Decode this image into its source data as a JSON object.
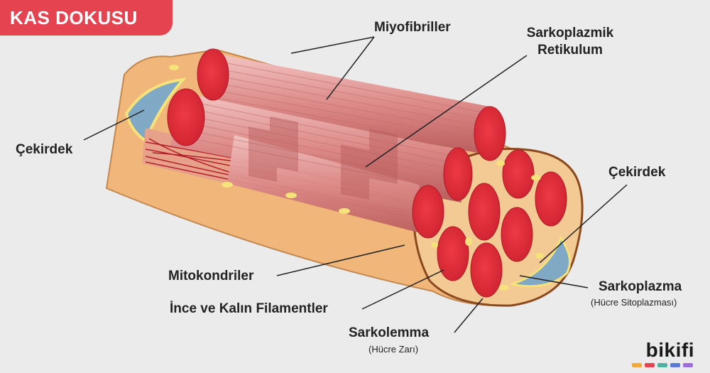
{
  "title": "KAS DOKUSU",
  "labels": {
    "miyofibriller": "Miyofibriller",
    "sarkoplazmik_1": "Sarkoplazmik",
    "sarkoplazmik_2": "Retikulum",
    "cekirdek_left": "Çekirdek",
    "cekirdek_right": "Çekirdek",
    "mitokondriler": "Mitokondriler",
    "ince_kalin": "İnce ve Kalın Filamentler",
    "sarkolemma": "Sarkolemma",
    "sarkolemma_sub": "(Hücre Zarı)",
    "sarkoplazma": "Sarkoplazma",
    "sarkoplazma_sub": "(Hücre Sitoplazması)"
  },
  "brand": "bikifi",
  "colors": {
    "title_bg": "#e4434f",
    "background": "#ebebeb",
    "tissue": "#f0b67a",
    "fiber": "#dd8a88",
    "fiber_end": "#e0303c",
    "nucleus": "#7fa9c4",
    "mitochondria": "#f6e27a",
    "reticulum": "#b3202a"
  }
}
